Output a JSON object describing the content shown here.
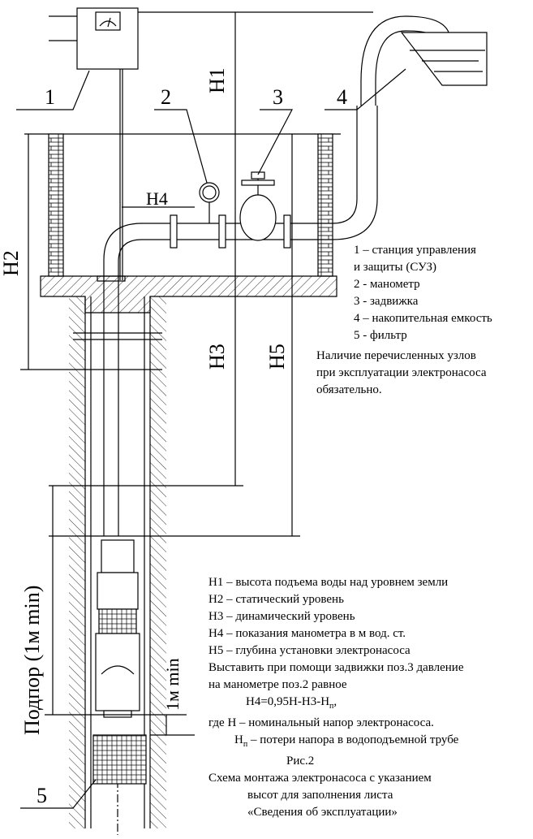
{
  "callouts": {
    "c1": "1",
    "c2": "2",
    "c3": "3",
    "c4": "4",
    "c5": "5"
  },
  "dimensions": {
    "h1": "H1",
    "h2": "H2",
    "h3": "H3",
    "h4": "H4",
    "h5": "H5",
    "backpressure": "Подпор (1м min)",
    "min_gap": "1м min"
  },
  "legend_parts": [
    "1 – станция управления",
    "и защиты (СУЗ)",
    "2 - манометр",
    "3 - задвижка",
    "4 – накопительная емкость",
    "5 - фильтр"
  ],
  "parts_note": [
    "Наличие перечисленных  узлов",
    "при эксплуатации электронасоса",
    "обязательно."
  ],
  "legend_heights": [
    "H1 – высота подъема воды над уровнем земли",
    "H2 – статический уровень",
    "H3 – динамический уровень",
    "H4 – показания манометра в м вод. ст.",
    "H5 – глубина установки электронасоса",
    "Выставить при помощи задвижки поз.3 давление",
    "на манометре поз.2 равное"
  ],
  "formula": {
    "main": "H4=0,95H-H3-H",
    "sub": "п",
    "tail": ","
  },
  "formula_where": "где H – номинальный напор электронасоса.",
  "loss": {
    "sym": "H",
    "sub": "п",
    "text": " – потери напора в водоподъемной трубе"
  },
  "figure_label": "Рис.2",
  "caption": [
    "Схема монтажа электронасоса с указанием",
    "высот для заполнения листа",
    "«Сведения об эксплуатации»"
  ]
}
